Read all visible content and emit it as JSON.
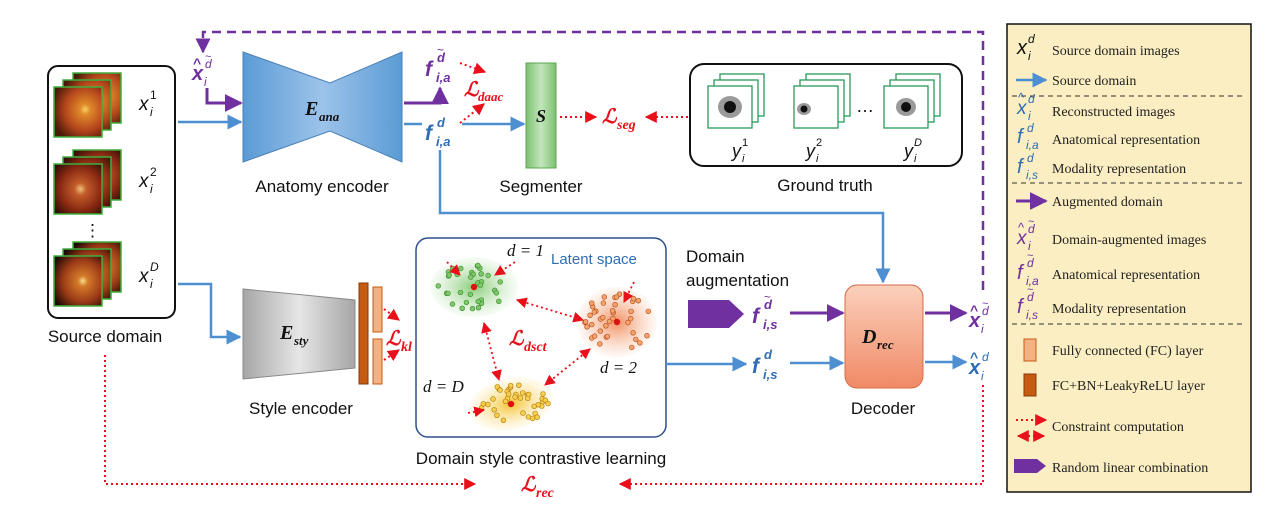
{
  "colors": {
    "blue": "#4d8fd1",
    "purple": "#7030a0",
    "red": "#e8101a",
    "legend_bg": "#fbeec2",
    "encoder_blue": "#5b9bd5",
    "segmenter_green": "#8fcf84",
    "decoder_orange": "#f28e6c",
    "style_grey": "#b8b8b8",
    "fc_light": "#f4b183",
    "fc_dark": "#c55a11"
  },
  "source": {
    "label": "Source domain",
    "inputs": [
      "x_i^1",
      "x_i^2",
      "x_i^D"
    ],
    "dots": "⋮"
  },
  "anatomy_encoder": {
    "symbol": "E_ana",
    "label": "Anatomy encoder"
  },
  "style_encoder": {
    "symbol": "E_sty",
    "label": "Style encoder"
  },
  "segmenter": {
    "symbol": "S",
    "label": "Segmenter"
  },
  "decoder": {
    "symbol": "D_rec",
    "label": "Decoder"
  },
  "ground_truth": {
    "label": "Ground truth",
    "items": [
      "y_i^1",
      "y_i^2",
      "y_i^D"
    ],
    "dots": "…"
  },
  "latent": {
    "title": "Latent space",
    "caption": "Domain style contrastive learning",
    "cluster_labels": [
      "d = 1",
      "d = 2",
      "d = D"
    ]
  },
  "augmentation": {
    "line1": "Domain",
    "line2": "augmentation"
  },
  "losses": {
    "daac": "L_daac",
    "seg": "L_seg",
    "kl": "L_kl",
    "dsct": "L_dsct",
    "rec": "L_rec"
  },
  "features": {
    "f_aug_anat": "f_i,a^d~",
    "f_anat": "f_i,a^d",
    "f_aug_style": "f_i,s^d~",
    "f_style": "f_i,s^d",
    "x_aug": "x̂_i^d~",
    "x_rec": "x̂_i^d"
  },
  "legend": [
    {
      "icon": "sym-x",
      "text": "Source domain images"
    },
    {
      "icon": "arrow-blue",
      "text": "Source domain"
    },
    {
      "icon": "sym-xhat",
      "text": "Reconstructed images"
    },
    {
      "icon": "sym-fa",
      "text": "Anatomical representation"
    },
    {
      "icon": "sym-fs",
      "text": "Modality representation"
    },
    {
      "icon": "arrow-purple",
      "text": "Augmented domain"
    },
    {
      "icon": "sym-xhat-aug",
      "text": "Domain-augmented images"
    },
    {
      "icon": "sym-fa-aug",
      "text": "Anatomical representation"
    },
    {
      "icon": "sym-fs-aug",
      "text": "Modality representation"
    },
    {
      "icon": "box-fc",
      "text": "Fully connected (FC) layer"
    },
    {
      "icon": "box-fcbn",
      "text": "FC+BN+LeakyReLU layer"
    },
    {
      "icon": "arrow-red-dotted",
      "text": "Constraint computation"
    },
    {
      "icon": "pentagon-purple",
      "text": "Random linear combination"
    }
  ]
}
